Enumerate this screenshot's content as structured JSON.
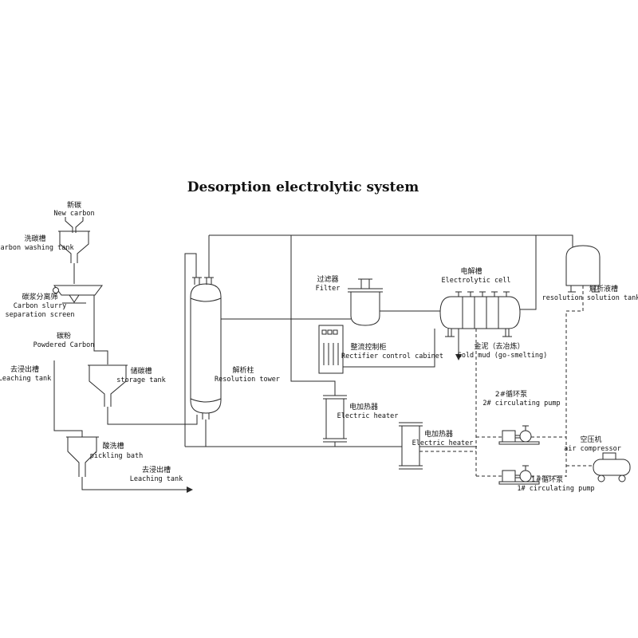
{
  "title": "Desorption electrolytic system",
  "components": {
    "new_carbon": {
      "zh": "新碳",
      "en": "New carbon"
    },
    "carbon_washing_tank": {
      "zh": "洗碳槽",
      "en": "Carbon washing tank"
    },
    "carbon_slurry_screen": {
      "zh": "碳浆分离筛",
      "en_line1": "Carbon slurry",
      "en_line2": "separation screen"
    },
    "powdered_carbon": {
      "zh": "碳粉",
      "en": "Powdered Carbon"
    },
    "leaching_tank_left": {
      "zh": "去浸出槽",
      "en": "Leaching tank"
    },
    "storage_tank": {
      "zh": "储碳槽",
      "en": "storage tank"
    },
    "resolution_tower": {
      "zh": "解析柱",
      "en": "Resolution tower"
    },
    "filter": {
      "zh": "过滤器",
      "en": "Filter"
    },
    "rectifier_cabinet": {
      "zh": "整流控制柜",
      "en": "Rectifier control cabinet"
    },
    "electrolytic_cell": {
      "zh": "电解槽",
      "en": "Electrolytic cell"
    },
    "resolution_solution_tank": {
      "zh": "解析液槽",
      "en": "resolution solution tank"
    },
    "gold_mud": {
      "zh": "金泥（去冶炼）",
      "en": "Gold mud (go-smelting)"
    },
    "electric_heater_1": {
      "zh": "电加热器",
      "en": "Electric heater"
    },
    "electric_heater_2": {
      "zh": "电加热器",
      "en": "Electric heater"
    },
    "circulating_pump_2": {
      "zh": "2#循环泵",
      "en": "2# circulating pump"
    },
    "circulating_pump_1": {
      "zh": "1#循环泵",
      "en": "1# circulating pump"
    },
    "air_compressor": {
      "zh": "空压机",
      "en": "air compressor"
    },
    "pickling_bath": {
      "zh": "酸洗槽",
      "en": "pickling bath"
    },
    "leaching_tank_bottom": {
      "zh": "去浸出槽",
      "en": "Leaching tank"
    }
  },
  "colors": {
    "background": "#ffffff",
    "line": "#2a2a2a",
    "text": "#111111"
  }
}
